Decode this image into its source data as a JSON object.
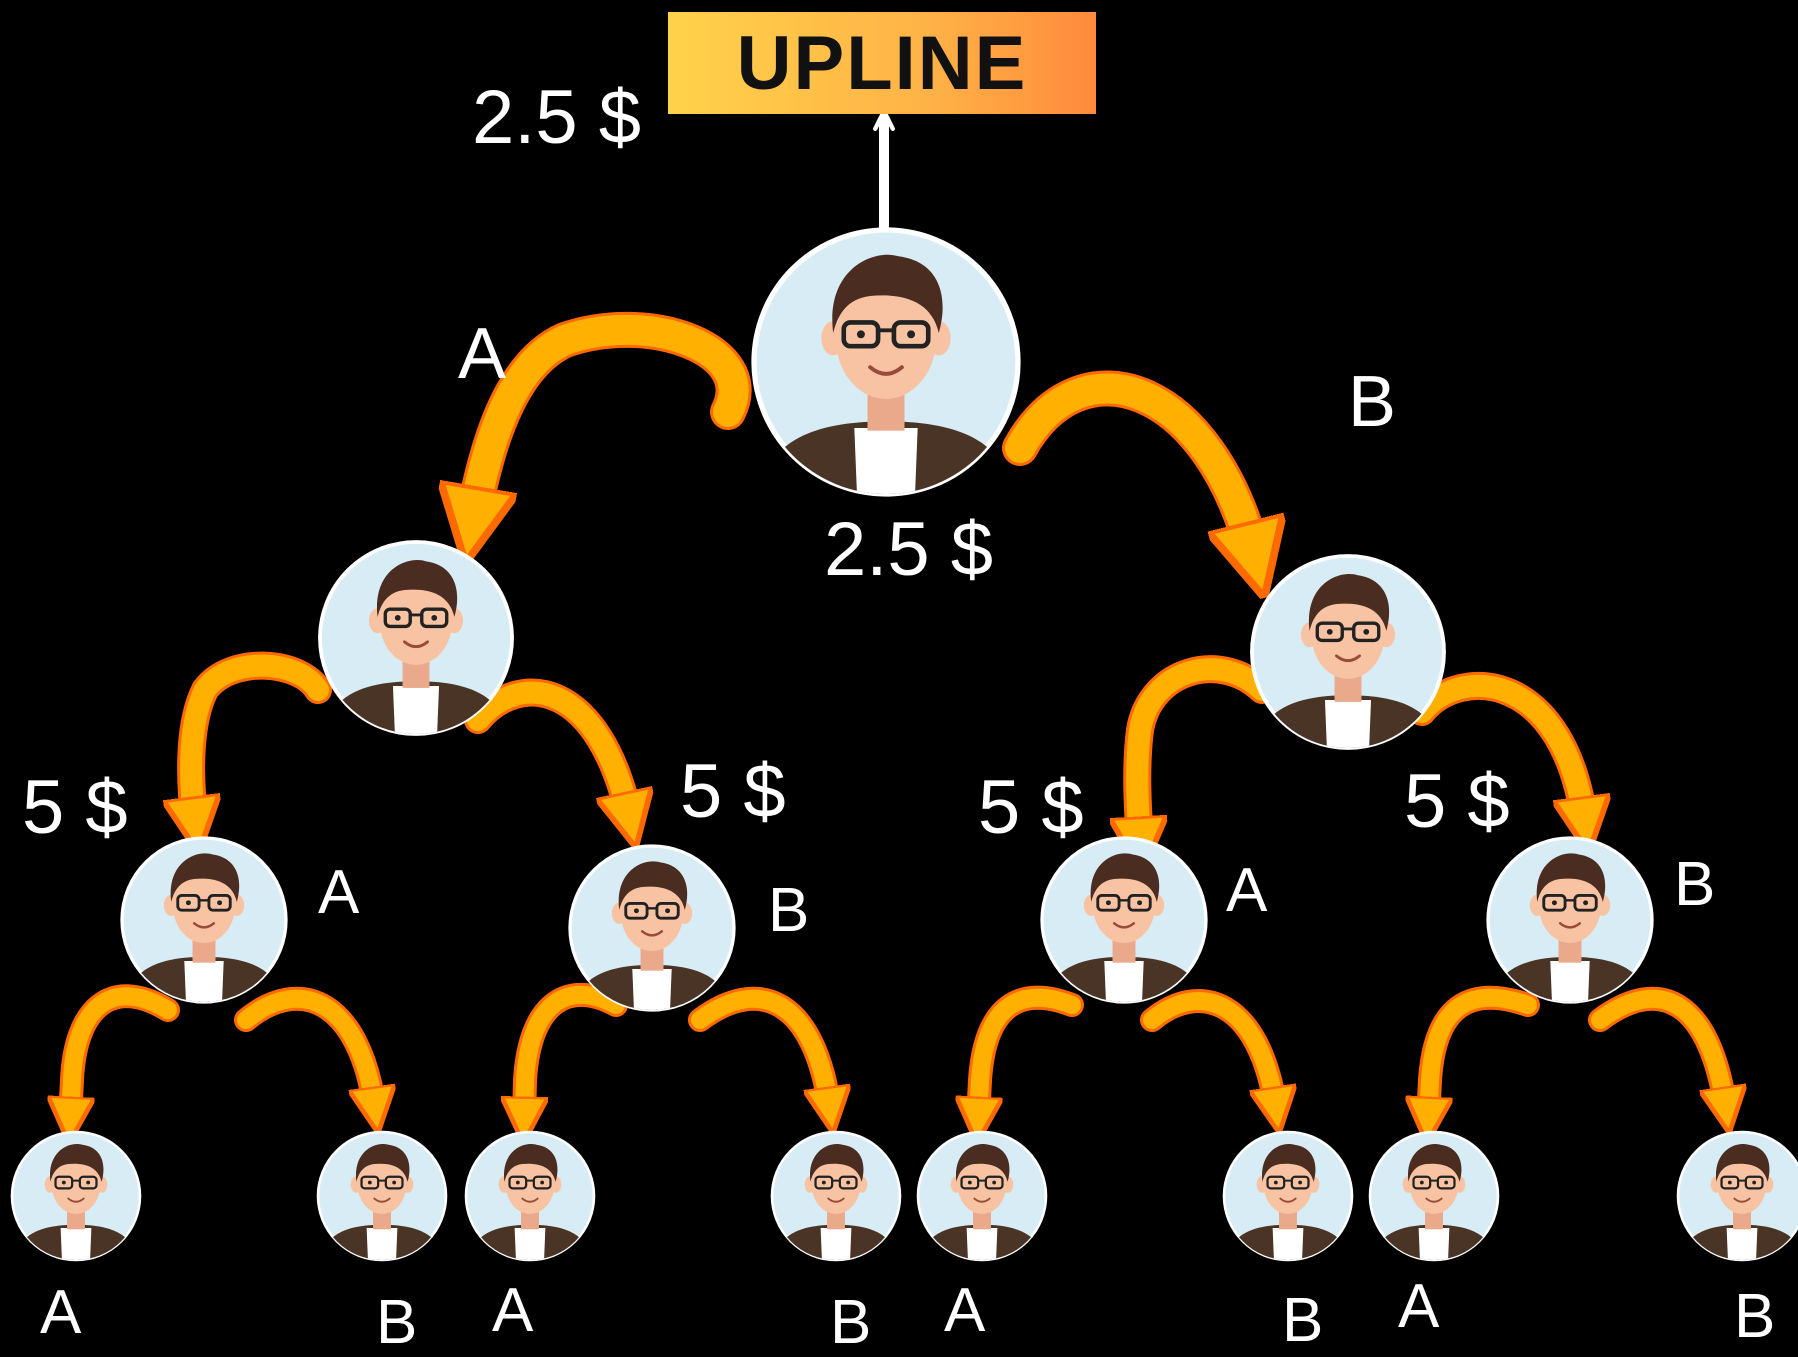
{
  "colors": {
    "background": "#000000",
    "arrow": "#ffb000",
    "arrow_outline": "#ff6a00",
    "avatar_bg": "#d7ecf5",
    "skin": "#f7c3a3",
    "hair": "#4a2c20",
    "jacket": "#4a3425",
    "shirt": "#ffffff",
    "upline_gradient": [
      "#ffd24a",
      "#ff8a3c"
    ]
  },
  "upline": {
    "label": "UPLINE",
    "amount": "2.5 $"
  },
  "root": {
    "amount": "2.5 $"
  },
  "branch_labels": {
    "left": "A",
    "right": "B"
  },
  "level2": [
    {
      "amount_left": "5 $",
      "amount_right": "5 $"
    },
    {
      "amount_left": "5 $",
      "amount_right": "5 $"
    }
  ],
  "level3": [
    {
      "label": "A"
    },
    {
      "label": "B"
    },
    {
      "label": "A"
    },
    {
      "label": "B"
    }
  ],
  "level4": [
    {
      "label": "A"
    },
    {
      "label": "B"
    },
    {
      "label": "A"
    },
    {
      "label": "B"
    },
    {
      "label": "A"
    },
    {
      "label": "B"
    },
    {
      "label": "A"
    },
    {
      "label": "B"
    }
  ],
  "icons": {
    "avatar": "person-avatar-icon",
    "arrow": "curved-arrow-icon",
    "upline_arrow": "arrow-up-icon"
  }
}
